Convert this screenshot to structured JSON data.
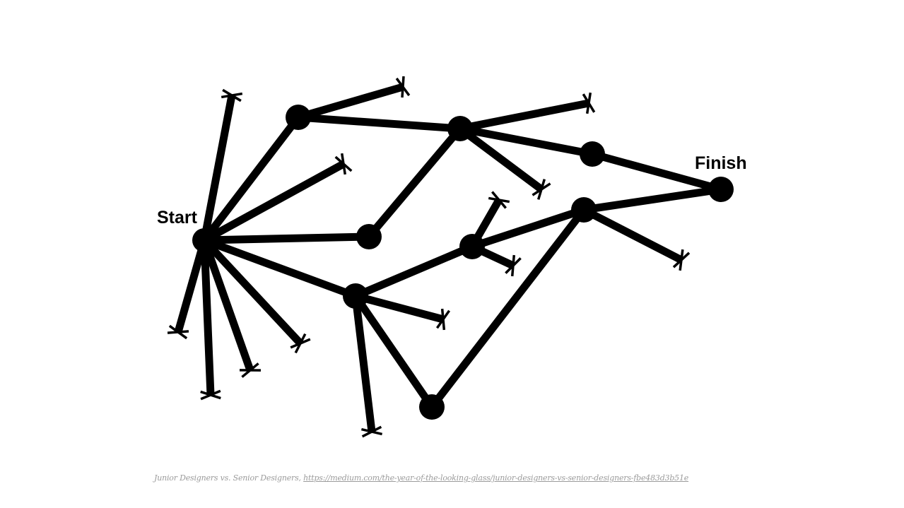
{
  "diagram": {
    "start_label": "Start",
    "finish_label": "Finish",
    "colors": {
      "ink": "#000000",
      "background": "#ffffff",
      "caption": "#9b9b9b"
    }
  },
  "caption": {
    "text": "Junior Designers vs. Senior Designers, ",
    "link_text": "https://medium.com/the-year-of-the-looking-glass/junior-designers-vs-senior-designers-fbe483d3b51e",
    "link_href": "https://medium.com/the-year-of-the-looking-glass/junior-designers-vs-senior-designers-fbe483d3b51e"
  }
}
